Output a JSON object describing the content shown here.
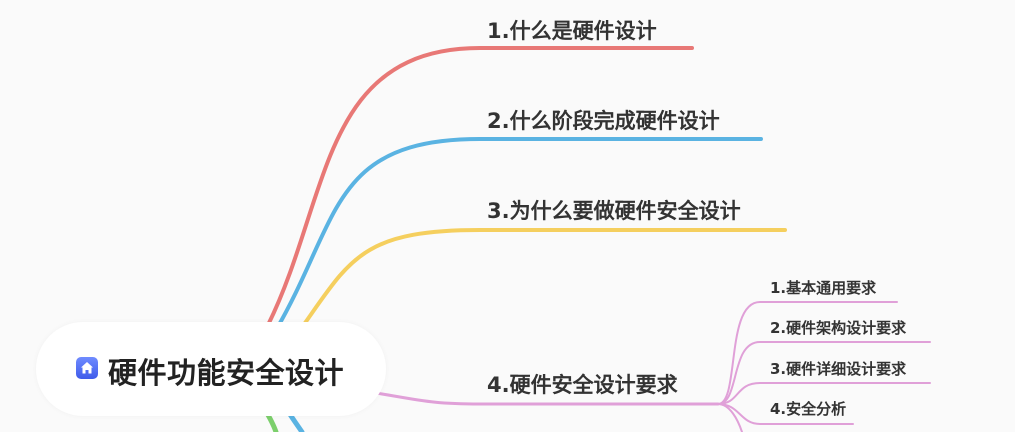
{
  "root": {
    "title": "硬件功能安全设计",
    "icon": "home-icon",
    "icon_color": "#4f6cf2"
  },
  "branches": [
    {
      "label": "1.什么是硬件设计",
      "color": "#e87876"
    },
    {
      "label": "2.什么阶段完成硬件设计",
      "color": "#5ab3e2"
    },
    {
      "label": "3.为什么要做硬件安全设计",
      "color": "#f5cf5e"
    },
    {
      "label": "4.硬件安全设计要求",
      "color": "#e0a0d8"
    }
  ],
  "sub_branches": [
    {
      "label": "1.基本通用要求"
    },
    {
      "label": "2.硬件架构设计要求"
    },
    {
      "label": "3.硬件详细设计要求"
    },
    {
      "label": "4.安全分析"
    }
  ],
  "partial_branch_colors": [
    "#7ccf6c",
    "#5ab3e2"
  ]
}
